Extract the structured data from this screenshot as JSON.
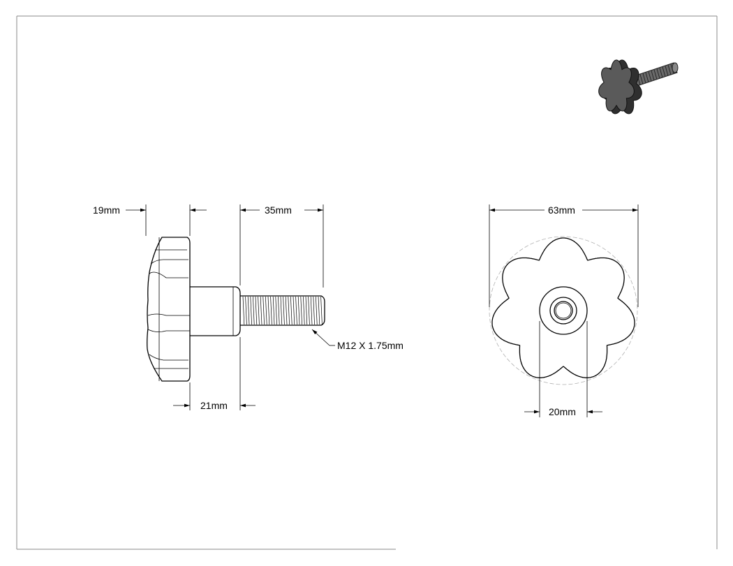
{
  "drawing": {
    "side_view": {
      "dim_head_thickness": "19mm",
      "dim_thread_length": "35mm",
      "dim_shank_length": "21mm",
      "thread_callout": "M12 X 1.75mm"
    },
    "front_view": {
      "dim_outer_diameter": "63mm",
      "dim_hub_diameter": "20mm"
    },
    "isometric_view": {
      "icon": "star-knob-isometric-render"
    },
    "colors": {
      "line": "#000000",
      "construction_circle": "#b0b0b0",
      "knob_body": "#555555",
      "knob_dark": "#2a2a2a",
      "border": "#888888"
    }
  }
}
